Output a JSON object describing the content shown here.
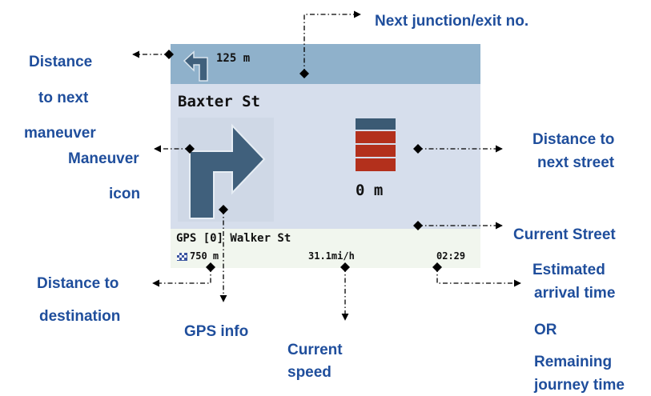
{
  "device": {
    "top_distance": "125 m",
    "street_name": "Baxter St",
    "distance_to_street": "0 m",
    "gps_line": "GPS [0] Walker St",
    "dest_distance": "750 m",
    "speed": "31.1mi/h",
    "time": "02:29"
  },
  "labels": {
    "next_junction": "Next junction/exit no.",
    "dist_next_maneuver_1": "Distance",
    "dist_next_maneuver_2": "to next",
    "dist_next_maneuver_3": "maneuver",
    "maneuver_icon_1": "Maneuver",
    "maneuver_icon_2": "icon",
    "dist_next_street_1": "Distance to",
    "dist_next_street_2": "next street",
    "current_street": "Current Street",
    "dist_destination_1": "Distance to",
    "dist_destination_2": "destination",
    "gps_info": "GPS info",
    "current_speed_1": "Current",
    "current_speed_2": "speed",
    "eta_1": "Estimated",
    "eta_2": "arrival time",
    "or": "OR",
    "remaining_1": "Remaining",
    "remaining_2": "journey time"
  },
  "colors": {
    "label_text": "#1f4e9c",
    "top_bar": "#8fb1cb",
    "main_area": "#d6deec",
    "bottom_bar": "#f1f6ee",
    "arrow": "#40607c",
    "distance_bar_top": "#3b5a74",
    "distance_bar_fill": "#b3301c"
  },
  "icons": [
    "turn-left-arrow-icon",
    "turn-right-arrow-icon",
    "distance-bar-icon",
    "checkered-flag-icon"
  ]
}
